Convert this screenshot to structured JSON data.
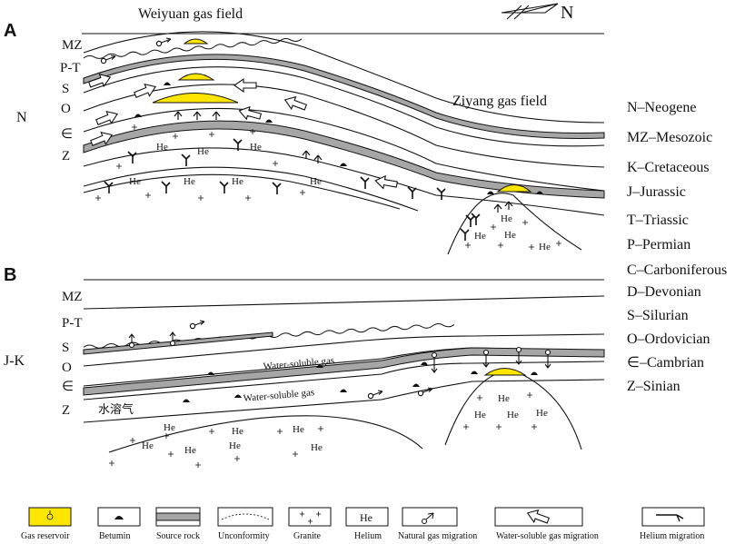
{
  "panel_a": {
    "letter": "A",
    "field_left": "Weiyuan gas field",
    "field_right": "Ziyang gas field",
    "north": "N",
    "side_label": "N",
    "layers": [
      "MZ",
      "P-T",
      "S",
      "O",
      "∈",
      "Z"
    ],
    "helium": "He"
  },
  "panel_b": {
    "letter": "B",
    "side_label": "J-K",
    "layers": [
      "MZ",
      "P-T",
      "S",
      "O",
      "∈",
      "Z"
    ],
    "water_soluble_gas": "Water-soluble gas",
    "chinese_label": "水溶气",
    "helium": "He"
  },
  "strata_key": [
    "N–Neogene",
    "MZ–Mesozoic",
    "K–Cretaceous",
    "J–Jurassic",
    "T–Triassic",
    "P–Permian",
    "C–Carboniferous",
    "D–Devonian",
    "S–Silurian",
    "O–Ordovician",
    "∈–Cambrian",
    "Z–Sinian"
  ],
  "legend": {
    "items": [
      "Gas reservoir",
      "Betumin",
      "Source rock",
      "Unconformity",
      "Granite",
      "Helium",
      "Natural gas migration",
      "Water-soluble gas migration",
      "Helium migration"
    ],
    "helium_box_text": "He"
  },
  "colors": {
    "reservoir": "#ffe600",
    "source_rock": "#a6a6a6",
    "line": "#111111"
  }
}
